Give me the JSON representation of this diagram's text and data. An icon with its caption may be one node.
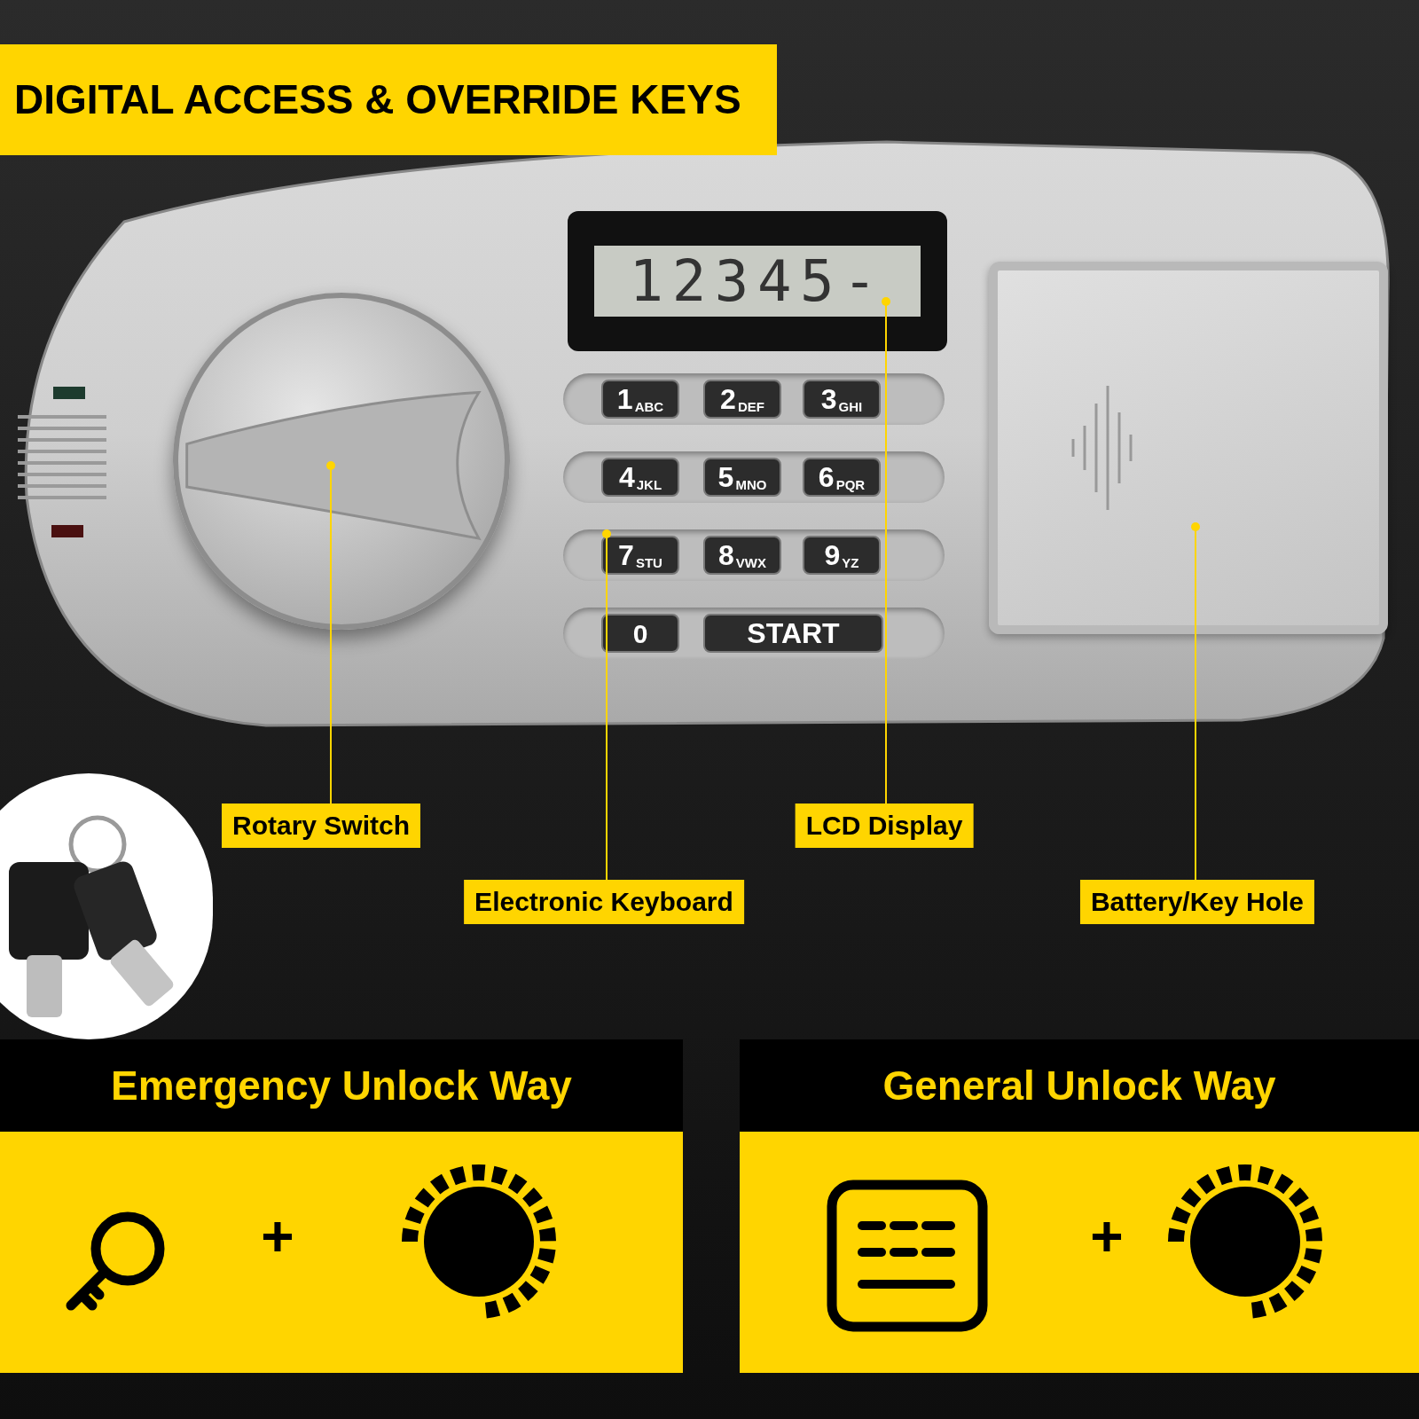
{
  "diagram": {
    "title": "DIGITAL ACCESS & OVERRIDE KEYS",
    "nodes": [
      {
        "text": [
          "Rotary Switch"
        ]
      },
      {
        "text": [],
        "shape": "circle"
      },
      {
        "text": [
          "Electronic Keyboard"
        ]
      },
      {
        "text": [],
        "shape": "box"
      },
      {
        "text": [
          "LCD Display"
        ]
      },
      {
        "text": [],
        "shape": "box"
      },
      {
        "text": [
          "Battery/Key Hole"
        ]
      },
      {
        "text": [],
        "shape": "box"
      },
      {
        "text": [
          "Emergency Unlock Way"
        ]
      },
      {
        "text": [
          "General Unlock Way"
        ]
      }
    ],
    "edges": [
      {
        "from": 0,
        "to": 1,
        "arrow": "other"
      },
      {
        "from": 2,
        "to": 3,
        "arrow": "other"
      },
      {
        "from": 4,
        "to": 5,
        "arrow": "other"
      },
      {
        "from": 6,
        "to": 7,
        "arrow": "other"
      }
    ],
    "labels": [
      "12345-",
      "1",
      "ABC",
      "2",
      "DEF",
      "3",
      "GHI",
      "4",
      "JKL",
      "5",
      "MNO",
      "6",
      "PQR",
      "7",
      "STU",
      "8",
      "VWX",
      "9",
      "YZ",
      "0",
      "START",
      "+",
      "+"
    ]
  }
}
